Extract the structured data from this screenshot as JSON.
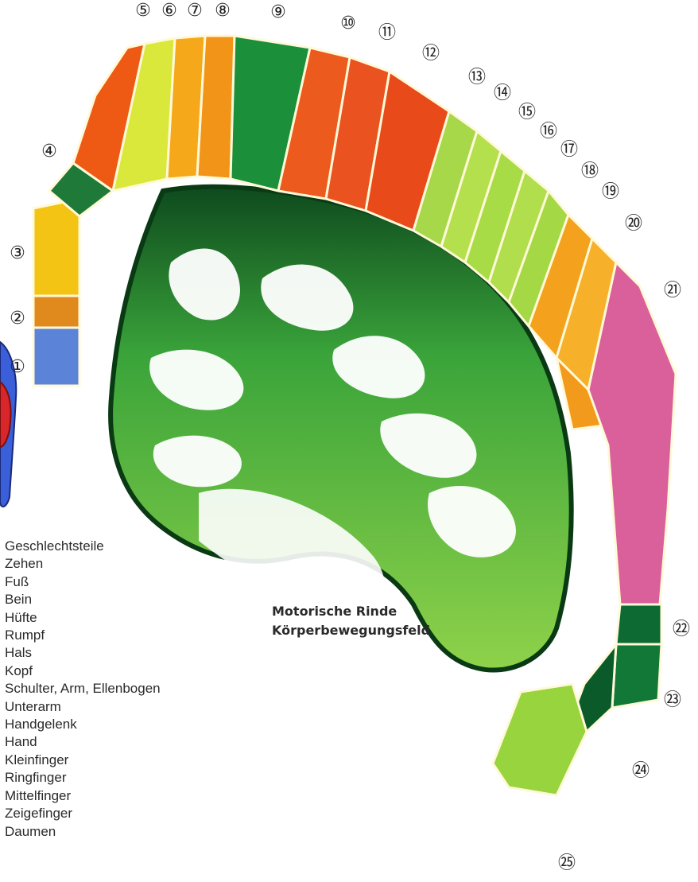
{
  "title": {
    "line1": "Motorische Rinde",
    "line2": "Körperbewegungsfeld"
  },
  "regions": [
    {
      "number": "①",
      "label": "Geschlechtsteile",
      "color": "#5b84d8"
    },
    {
      "number": "②",
      "label": "Zehen",
      "color": "#e08a1e"
    },
    {
      "number": "③",
      "label": "Fuß",
      "color": "#f3c414"
    },
    {
      "number": "④",
      "label": "Bein",
      "color": "#1f7a3a"
    },
    {
      "number": "⑤",
      "label": "Hüfte",
      "color": "#ee5a14"
    },
    {
      "number": "⑥",
      "label": "Rumpf",
      "color": "#d9e83a"
    },
    {
      "number": "⑦",
      "label": "Hals",
      "color": "#f5a81a"
    },
    {
      "number": "⑧",
      "label": "Kopf",
      "color": "#f19418"
    },
    {
      "number": "⑨",
      "label": "Schulter, Arm, Ellenbogen",
      "color": "#1b8f3a"
    },
    {
      "number": "⑩",
      "label": "Unterarm",
      "color": "#ec5a1e"
    },
    {
      "number": "⑪",
      "label": "Handgelenk",
      "color": "#ea5220"
    },
    {
      "number": "⑫",
      "label": "Hand",
      "color": "#e84a1a"
    },
    {
      "number": "⑬",
      "label": "Kleinfinger",
      "color": "#a6d84a"
    },
    {
      "number": "⑭",
      "label": "Ringfinger",
      "color": "#b4e04e"
    },
    {
      "number": "⑮",
      "label": "Mittelfinger",
      "color": "#a8dc46"
    },
    {
      "number": "⑯",
      "label": "Zeigefinger",
      "color": "#b0de4c"
    },
    {
      "number": "⑰",
      "label": "Daumen",
      "color": "#a4d844"
    },
    {
      "number": "⑱",
      "label": "",
      "color": "#f4a21e"
    },
    {
      "number": "⑲",
      "label": "",
      "color": "#f7b02a"
    },
    {
      "number": "⑳",
      "label": "",
      "color": "#f29a1c"
    },
    {
      "number": "㉑",
      "label": "",
      "color": "#d9609a"
    },
    {
      "number": "㉒",
      "label": "",
      "color": "#0c6a32"
    },
    {
      "number": "㉓",
      "label": "",
      "color": "#127838"
    },
    {
      "number": "㉔",
      "label": "",
      "color": "#0a5a2a"
    },
    {
      "number": "㉕",
      "label": "",
      "color": "#98d43e"
    }
  ],
  "legend_items": [
    "Geschlechtsteile",
    "Zehen",
    "Fuß",
    "Bein",
    "Hüfte",
    "Rumpf",
    "Hals",
    "Kopf",
    "Schulter, Arm, Ellenbogen",
    "Unterarm",
    "Handgelenk",
    "Hand",
    "Kleinfinger",
    "Ringfinger",
    "Mittelfinger",
    "Zeigefinger",
    "Daumen"
  ],
  "colors": {
    "cortex_light": "#8fd24a",
    "cortex_dark": "#0e4a1e",
    "cortex_pale": "#d9f0a0",
    "figure_red": "#d8262a",
    "figure_blue": "#3a5fd8"
  }
}
